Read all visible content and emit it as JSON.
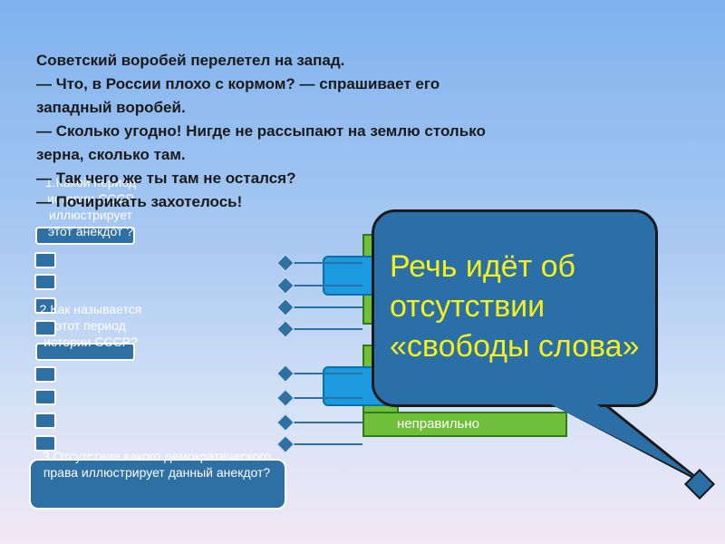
{
  "joke": {
    "lines": [
      "Советский воробей перелетел на запад.",
      "— Что, в России плохо с кормом? — спрашивает его",
      "западный воробей.",
      "— Сколько угодно! Нигде не рассыпают на землю столько",
      "зерна, сколько там.",
      "— Так чего же ты там не остался?",
      "— Почирикать захотелось!"
    ]
  },
  "questions": {
    "q1": "1.Какой период истории СССР иллюстрирует этот анекдот ?",
    "q2": "2.Как называется этот период истории СССР?",
    "q3": "3.Отсутствие какого демократического права иллюстрирует данный анекдот?"
  },
  "answer_label": "неправильно",
  "bubble": {
    "line1": "Речь идёт об",
    "line2": "отсутствии",
    "line3": "«свободы слова»"
  }
}
